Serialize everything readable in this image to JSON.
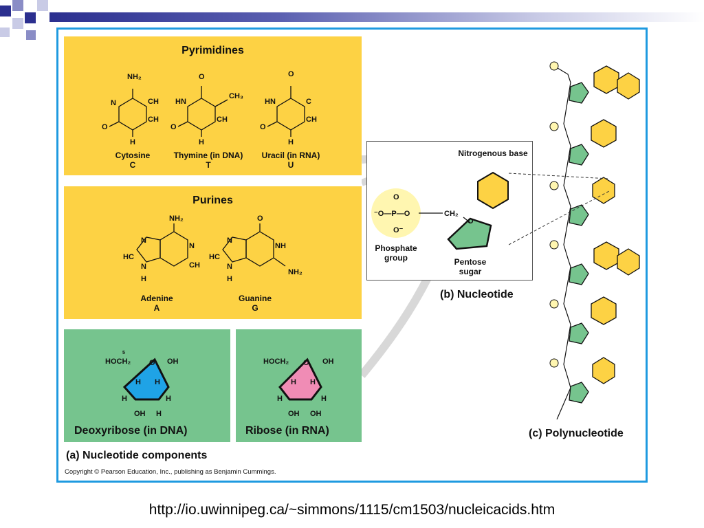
{
  "pyrimidines": {
    "title": "Pyrimidines",
    "cytosine": {
      "name": "Cytosine",
      "letter": "C"
    },
    "thymine": {
      "name": "Thymine (in DNA)",
      "letter": "T"
    },
    "uracil": {
      "name": "Uracil (in RNA)",
      "letter": "U"
    }
  },
  "purines": {
    "title": "Purines",
    "adenine": {
      "name": "Adenine",
      "letter": "A"
    },
    "guanine": {
      "name": "Guanine",
      "letter": "G"
    }
  },
  "sugars": {
    "deoxyribose": "Deoxyribose (in DNA)",
    "ribose": "Ribose (in RNA)"
  },
  "nucleotide": {
    "base_label": "Nitrogenous base",
    "phosphate_label": "Phosphate group",
    "sugar_label": "Pentose sugar",
    "caption": "(b) Nucleotide"
  },
  "polynucleotide": {
    "caption": "(c) Polynucleotide"
  },
  "components_caption": "(a) Nucleotide components",
  "copyright": "Copyright © Pearson Education, Inc., publishing as Benjamin Cummings.",
  "url": "http://io.uwinnipeg.ca/~simmons/1115/cm1503/nucleicacids.htm",
  "colors": {
    "yellow": "#fdd244",
    "green": "#76c48e",
    "blue": "#1fa3e6",
    "pink": "#f08cb5",
    "frame": "#1e9ae0"
  }
}
